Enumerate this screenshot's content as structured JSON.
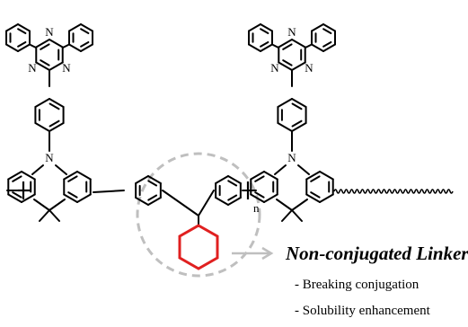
{
  "atoms": {
    "nitrogen": "N"
  },
  "repeat_index": "n",
  "linker": {
    "title": "Non-conjugated  Linker",
    "notes": [
      "- Breaking conjugation",
      "- Solubility enhancement"
    ]
  },
  "colors": {
    "bond": "#000000",
    "highlight_ring": "#e02020",
    "dashed_circle": "#bfbfbf",
    "arrow": "#bfbfbf"
  }
}
